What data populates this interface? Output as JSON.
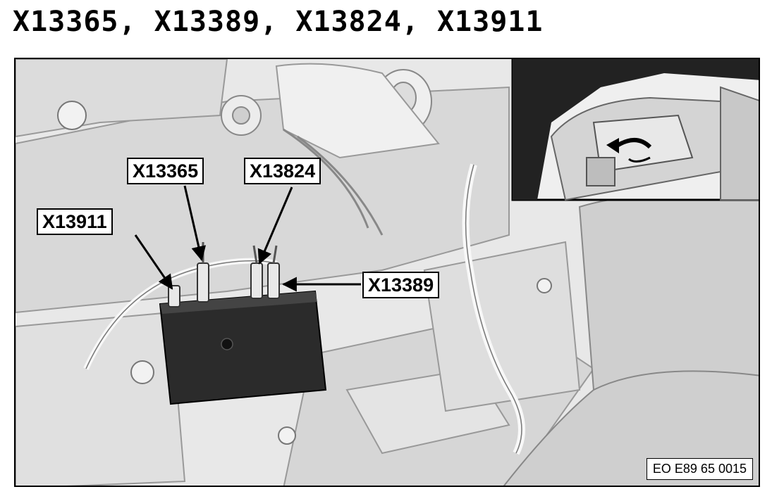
{
  "title": "X13365, X13389, X13824, X13911",
  "callouts": {
    "c1": "X13365",
    "c2": "X13824",
    "c3": "X13911",
    "c4": "X13389"
  },
  "figure_ref": "EO E89 65 0015",
  "icons": [
    "arrow-icon",
    "connector-icon",
    "rotate-arrow-icon"
  ],
  "colors": {
    "background": "#e6e6e6",
    "module": "#2b2b2b",
    "line": "#000000"
  }
}
